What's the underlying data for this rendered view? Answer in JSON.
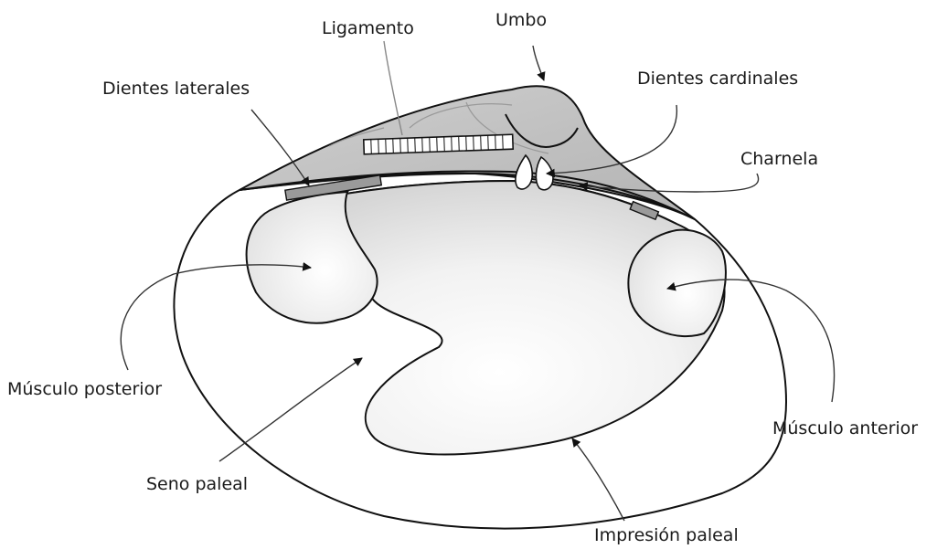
{
  "labels": {
    "umbo": "Umbo",
    "ligamento": "Ligamento",
    "dientes_laterales": "Dientes laterales",
    "dientes_cardinales": "Dientes cardinales",
    "charnela": "Charnela",
    "musculo_posterior": "Músculo posterior",
    "musculo_anterior": "Músculo anterior",
    "seno_paleal": "Seno paleal",
    "impresion_paleal": "Impresión paleal"
  },
  "colors": {
    "dorsal_fill": "#bdbdbd",
    "tooth_fill": "#9a9a9a",
    "interior_light": "#ffffff",
    "interior_dark": "#d6d6d6"
  }
}
